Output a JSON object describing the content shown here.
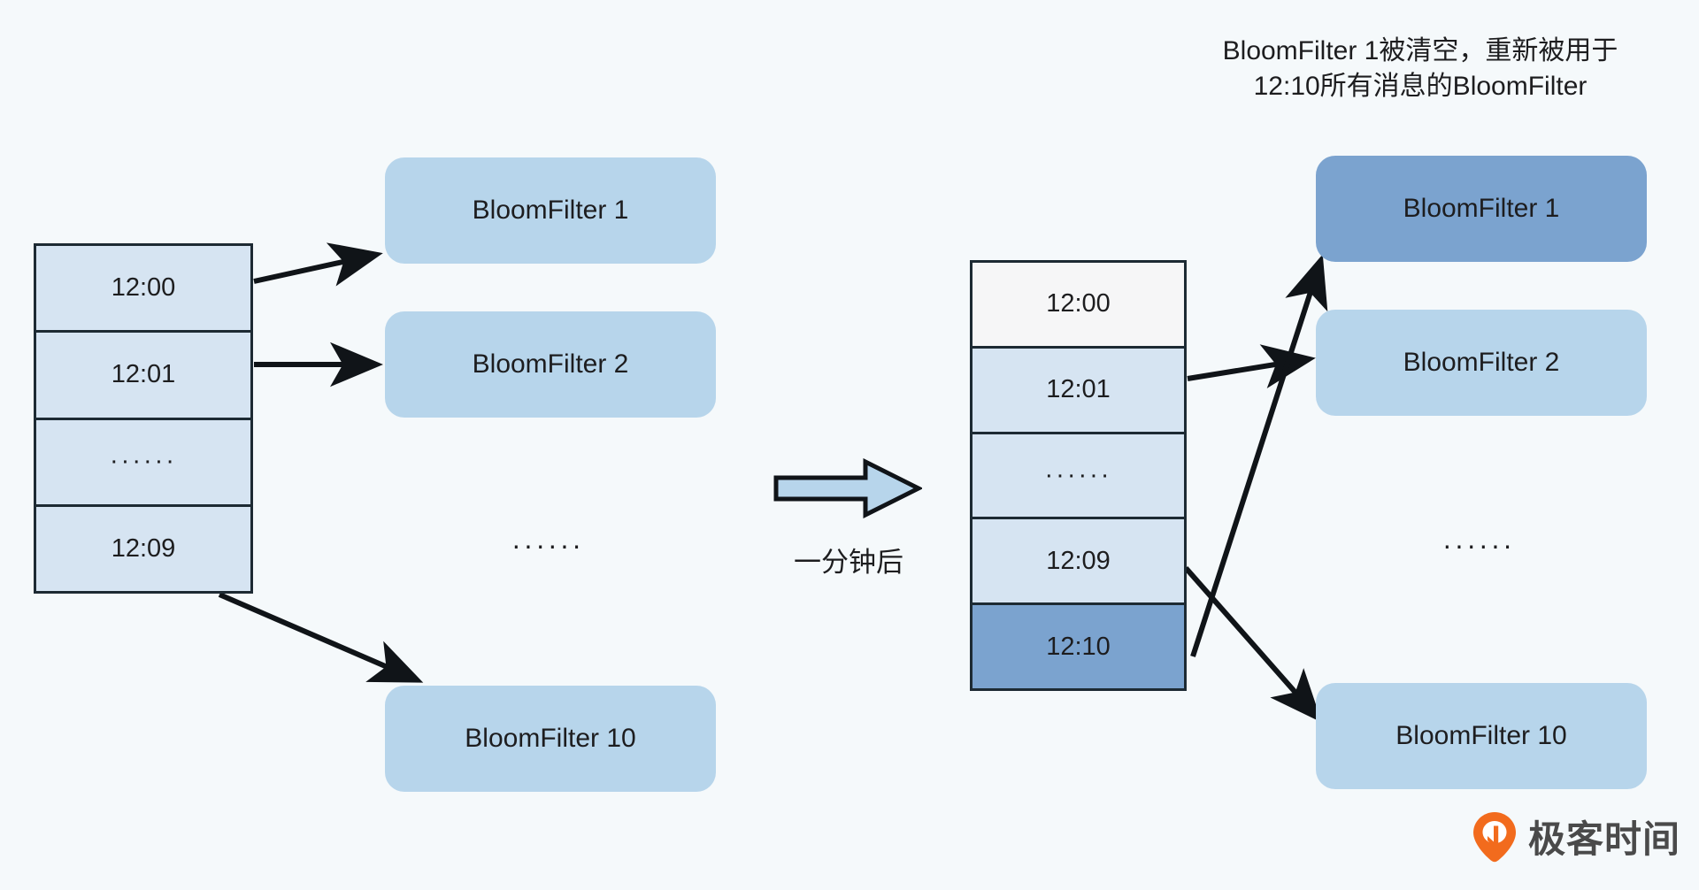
{
  "caption": {
    "line1": "BloomFilter 1被清空，重新被用于",
    "line2": "12:10所有消息的BloomFilter",
    "full": "BloomFilter 1被清空，重新被用于\n12:10所有消息的BloomFilter"
  },
  "transition": {
    "label": "一分钟后",
    "arrow_icon": "right-block-arrow-icon"
  },
  "ellipsis_symbol": "······",
  "left_panel": {
    "table": {
      "rows": [
        {
          "label": "12:00",
          "state": "filled"
        },
        {
          "label": "12:01",
          "state": "filled"
        },
        {
          "label": "······",
          "state": "filled"
        },
        {
          "label": "12:09",
          "state": "filled"
        }
      ]
    },
    "filters": [
      {
        "label": "BloomFilter 1",
        "state": "normal"
      },
      {
        "label": "BloomFilter 2",
        "state": "normal"
      },
      {
        "label": "BloomFilter 10",
        "state": "normal"
      }
    ],
    "filters_ellipsis": "······"
  },
  "right_panel": {
    "table": {
      "rows": [
        {
          "label": "12:00",
          "state": "cleared"
        },
        {
          "label": "12:01",
          "state": "filled"
        },
        {
          "label": "······",
          "state": "filled"
        },
        {
          "label": "12:09",
          "state": "filled"
        },
        {
          "label": "12:10",
          "state": "highlight"
        }
      ]
    },
    "filters": [
      {
        "label": "BloomFilter 1",
        "state": "highlight"
      },
      {
        "label": "BloomFilter 2",
        "state": "normal"
      },
      {
        "label": "BloomFilter 10",
        "state": "normal"
      }
    ],
    "filters_ellipsis": "······"
  },
  "logo": {
    "text": "极客时间",
    "mark": "geektime-pin-icon",
    "mark_color": "#f26b1d"
  },
  "colors": {
    "background": "#f5f9fb",
    "cell_fill": "#d6e4f2",
    "cell_cleared": "#f6f6f7",
    "accent_dark_blue": "#7ba3cf",
    "filter_fill": "#b7d5eb",
    "stroke": "#1d2a33",
    "text": "#1d1d1f"
  }
}
